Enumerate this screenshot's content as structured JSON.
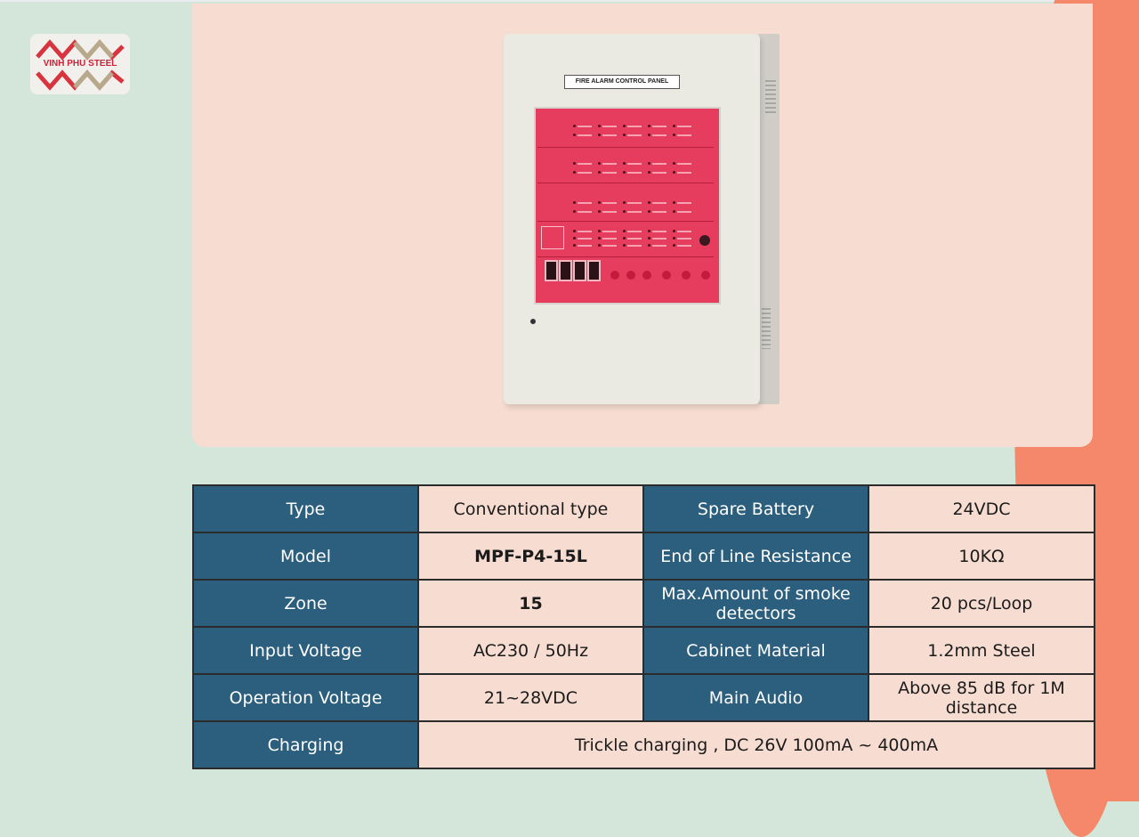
{
  "logo": {
    "text": "VINH PHU STEEL"
  },
  "cabinet": {
    "label": "FIRE ALARM CONTROL PANEL"
  },
  "specs": [
    {
      "k1": "Type",
      "v1": "Conventional type",
      "k2": "Spare Battery",
      "v2": "24VDC"
    },
    {
      "k1": "Model",
      "v1": "MPF-P4-15L",
      "k2": "End of Line Resistance",
      "v2": "10KΩ"
    },
    {
      "k1": "Zone",
      "v1": "15",
      "k2": "Max.Amount of smoke detectors",
      "v2": "20 pcs/Loop"
    },
    {
      "k1": "Input Voltage",
      "v1": "AC230 / 50Hz",
      "k2": "Cabinet Material",
      "v2": "1.2mm Steel"
    },
    {
      "k1": "Operation Voltage",
      "v1": "21~28VDC",
      "k2": "Main Audio",
      "v2": "Above 85 dB for  1M distance"
    }
  ],
  "charging": {
    "k": "Charging",
    "v": "Trickle charging , DC 26V 100mA ~ 400mA"
  },
  "colors": {
    "header_cell": "#2c5e7d",
    "value_cell": "#f6dcd1",
    "background": "#d3e6d9",
    "accent": "#f5886a"
  }
}
